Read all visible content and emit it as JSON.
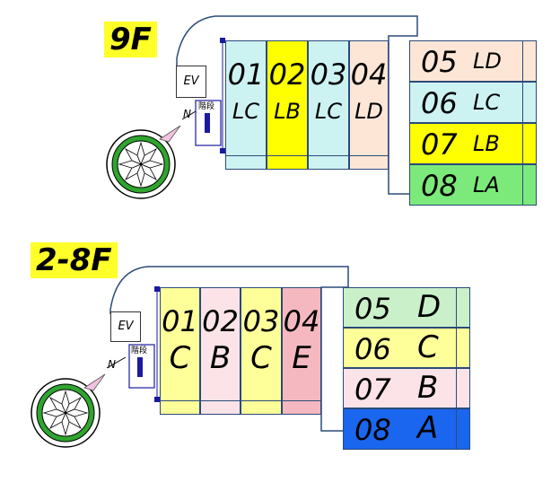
{
  "colors": {
    "outline": "#2a4a7a",
    "highlight": "#ffff2a",
    "lc": "#cdf2f2",
    "lb": "#ffff00",
    "ld": "#fde6d6",
    "la": "#7cea7a",
    "d": "#c9f0c9",
    "c": "#ffff9a",
    "b": "#fbe3e8",
    "e": "#f6b8c0",
    "a": "#1a66ee"
  },
  "floors": [
    {
      "label": "9F",
      "ev": "EV",
      "stairs": "階段",
      "north": "N",
      "units": [
        {
          "num": "01",
          "type": "LC",
          "color": "#cdf2f2"
        },
        {
          "num": "02",
          "type": "LB",
          "color": "#ffff00"
        },
        {
          "num": "03",
          "type": "LC",
          "color": "#cdf2f2"
        },
        {
          "num": "04",
          "type": "LD",
          "color": "#fde6d6"
        },
        {
          "num": "05",
          "type": "LD",
          "color": "#fde6d6"
        },
        {
          "num": "06",
          "type": "LC",
          "color": "#cdf2f2"
        },
        {
          "num": "07",
          "type": "LB",
          "color": "#ffff00"
        },
        {
          "num": "08",
          "type": "LA",
          "color": "#7cea7a"
        }
      ]
    },
    {
      "label": "2-8F",
      "ev": "EV",
      "stairs": "階段",
      "north": "N",
      "units": [
        {
          "num": "01",
          "type": "C",
          "color": "#ffff9a"
        },
        {
          "num": "02",
          "type": "B",
          "color": "#fbe3e8"
        },
        {
          "num": "03",
          "type": "C",
          "color": "#ffff9a"
        },
        {
          "num": "04",
          "type": "E",
          "color": "#f6b8c0"
        },
        {
          "num": "05",
          "type": "D",
          "color": "#c9f0c9"
        },
        {
          "num": "06",
          "type": "C",
          "color": "#ffff9a"
        },
        {
          "num": "07",
          "type": "B",
          "color": "#fbe3e8"
        },
        {
          "num": "08",
          "type": "A",
          "color": "#1a66ee"
        }
      ]
    }
  ]
}
